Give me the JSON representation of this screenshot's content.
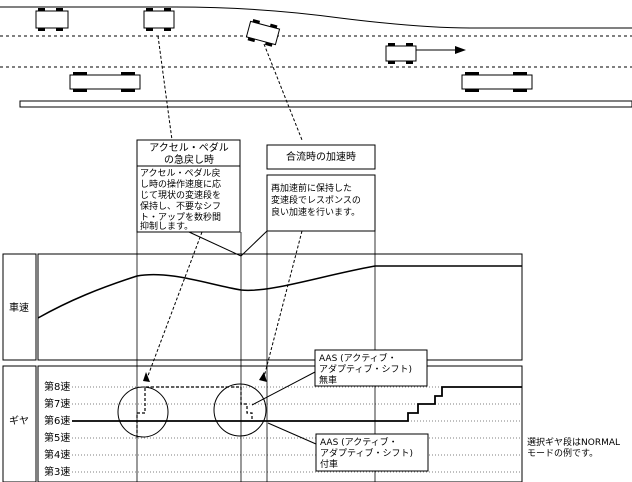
{
  "callouts": {
    "accel_pedal": {
      "title_lines": [
        "アクセル・ペダル",
        "の急戻し時"
      ],
      "body_lines": [
        "アクセル・ペダル戻",
        "し時の操作速度に応",
        "じて現状の変速段を",
        "保持し、不要なシフ",
        "ト・アップを数秒間",
        "抑制します。"
      ]
    },
    "merge": {
      "title_lines": [
        "合流時の加速時"
      ],
      "body_lines": [
        "再加速前に保持した",
        "変速段でレスポンスの",
        "良い加速を行います。"
      ]
    }
  },
  "panels": {
    "speed_label": "車速",
    "gear_label": "ギヤ"
  },
  "gears": [
    "第8速",
    "第7速",
    "第6速",
    "第5速",
    "第4速",
    "第3速"
  ],
  "annotations": {
    "aas_without_lines": [
      "AAS (アクティブ・",
      "アダプティブ・シフト)",
      "無車"
    ],
    "aas_with_lines": [
      "AAS (アクティブ・",
      "アダプティブ・シフト)",
      "付車"
    ],
    "note_lines": [
      "選択ギヤ段はNORMAL",
      "モードの例です。"
    ]
  }
}
